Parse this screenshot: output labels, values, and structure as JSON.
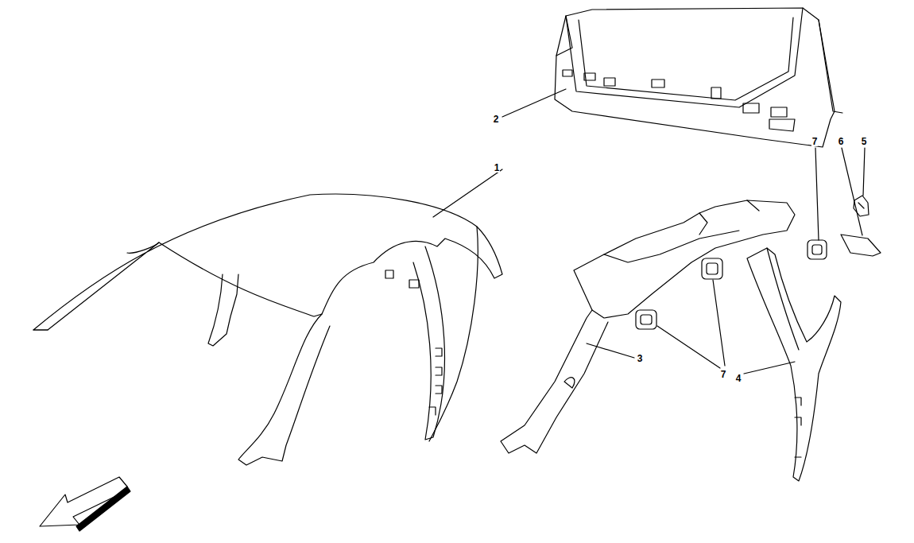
{
  "diagram": {
    "labels": [
      "2",
      "1",
      "7",
      "6",
      "5",
      "3",
      "7",
      "4"
    ]
  }
}
